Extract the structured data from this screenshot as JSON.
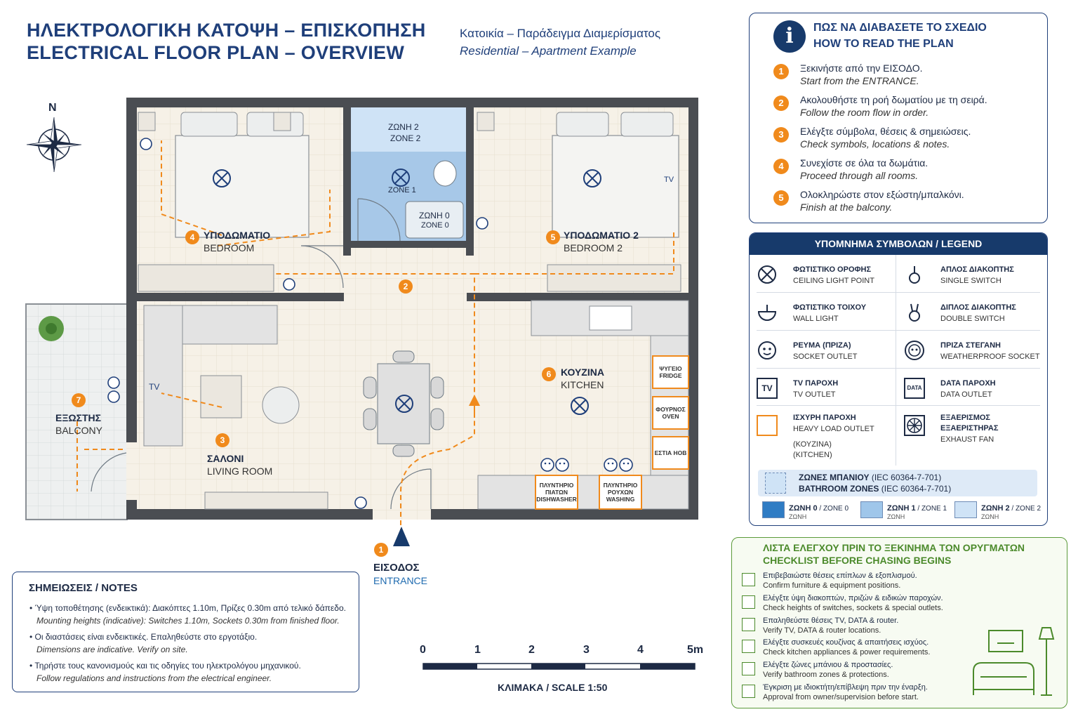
{
  "title": {
    "greek": "ΗΛΕΚΤΡΟΛΟΓΙΚΗ ΚΑΤΟΨΗ – ΕΠΙΣΚΟΠΗΣΗ",
    "english": "ELECTRICAL FLOOR PLAN – OVERVIEW"
  },
  "subtitle": {
    "greek": "Κατοικία – Παράδειγμα Διαμερίσματος",
    "english": "Residential – Apartment Example"
  },
  "compass": {
    "north": "N"
  },
  "howto": {
    "title_gr": "ΠΩΣ ΝΑ ΔΙΑΒΑΣΕΤΕ ΤΟ ΣΧΕΔΙΟ",
    "title_en": "HOW TO READ THE PLAN",
    "icon": "info-icon",
    "icon_glyph": "i",
    "steps": [
      {
        "num": "1",
        "gr": "Ξεκινήστε από την ΕΙΣΟΔΟ.",
        "en": "Start from the ENTRANCE."
      },
      {
        "num": "2",
        "gr": "Ακολουθήστε τη ροή δωματίου με τη σειρά.",
        "en": "Follow the room flow in order."
      },
      {
        "num": "3",
        "gr": "Ελέγξτε σύμβολα, θέσεις & σημειώσεις.",
        "en": "Check symbols, locations & notes."
      },
      {
        "num": "4",
        "gr": "Συνεχίστε σε όλα τα δωμάτια.",
        "en": "Proceed through all rooms."
      },
      {
        "num": "5",
        "gr": "Ολοκληρώστε στον εξώστη/μπαλκόνι.",
        "en": "Finish at the balcony."
      }
    ]
  },
  "legend": {
    "title": "ΥΠΟΜΝΗΜΑ ΣΥΜΒΟΛΩΝ / LEGEND",
    "items": [
      {
        "gr": "ΦΩΤΙΣΤΙΚΟ ΟΡΟΦΗΣ",
        "en": "CEILING LIGHT POINT",
        "icon": "ceiling-light-icon"
      },
      {
        "gr": "ΑΠΛΟΣ ΔΙΑΚΟΠΤΗΣ",
        "en": "SINGLE SWITCH",
        "icon": "single-switch-icon"
      },
      {
        "gr": "ΦΩΤΙΣΤΙΚΟ ΤΟΙΧΟΥ",
        "en": "WALL LIGHT",
        "icon": "wall-light-icon"
      },
      {
        "gr": "ΔΙΠΛΟΣ ΔΙΑΚΟΠΤΗΣ",
        "en": "DOUBLE SWITCH",
        "icon": "double-switch-icon"
      },
      {
        "gr": "ΡΕΥΜΑ (ΠΡΙΖΑ)",
        "en": "SOCKET OUTLET",
        "icon": "socket-outlet-icon"
      },
      {
        "gr": "ΠΡΙΖΑ ΣΤΕΓΑΝΗ",
        "en": "WEATHERPROOF SOCKET",
        "icon": "weatherproof-socket-icon"
      },
      {
        "gr": "TV ΠΑΡΟΧΗ",
        "en": "TV OUTLET",
        "icon": "tv-outlet-icon",
        "glyph": "TV"
      },
      {
        "gr": "DATA ΠΑΡΟΧΗ",
        "en": "DATA OUTLET",
        "icon": "data-outlet-icon",
        "glyph": "DATA"
      },
      {
        "gr": "ΙΣΧΥΡΗ ΠΑΡΟΧΗ",
        "en": "HEAVY LOAD OUTLET",
        "en2": "(ΚΟΥΖΙΝΑ)",
        "en3": "(KITCHEN)",
        "icon": "heavy-load-outlet-icon"
      },
      {
        "gr": "ΕΞΑΕΡΙΣΜΟΣ",
        "gr2": "ΕΞΑΕΡΙΣΤΗΡΑΣ",
        "en": "EXHAUST FAN",
        "icon": "exhaust-fan-icon"
      }
    ],
    "zones": {
      "title_gr": "ΖΩΝΕΣ ΜΠΑΝΙΟΥ",
      "title_gr_std": "(IEC 60364-7-701)",
      "title_en": "BATHROOM ZONES",
      "title_en_std": "(IEC 60364-7-701)",
      "items": [
        {
          "gr": "ΖΩΝΗ 0",
          "en": "/ ZONE 0",
          "small": "ΖΩΝΗ",
          "color": "#2f7cc4"
        },
        {
          "gr": "ΖΩΝΗ 1",
          "en": "/ ZONE 1",
          "small": "ΖΩΝΗ",
          "color": "#9fc6ea"
        },
        {
          "gr": "ΖΩΝΗ 2",
          "en": "/ ZONE 2",
          "small": "ΖΩΝΗ",
          "color": "#cfe3f6"
        }
      ]
    }
  },
  "rooms": [
    {
      "num": "4",
      "gr": "ΥΠΟΔΩΜΑΤΙΟ",
      "en": "BEDROOM"
    },
    {
      "num": "5",
      "gr": "ΥΠΟΔΩΜΑΤΙΟ 2",
      "en": "BEDROOM 2"
    },
    {
      "num": "2",
      "gr": "",
      "en": ""
    },
    {
      "num": "3",
      "gr": "ΣΑΛΟΝΙ",
      "en": "LIVING ROOM"
    },
    {
      "num": "6",
      "gr": "ΚΟΥΖΙΝΑ",
      "en": "KITCHEN"
    },
    {
      "num": "7",
      "gr": "ΕΞΩΣΤΗΣ",
      "en": "BALCONY"
    },
    {
      "num": "1",
      "gr": "ΕΙΣΟΔΟΣ",
      "en": "ENTRANCE"
    }
  ],
  "bathroom": {
    "zone2_gr": "ΖΩΝΗ 2",
    "zone2_en": "ZONE 2",
    "zone1": "ZONE 1",
    "zone0_gr": "ΖΩΝΗ 0",
    "zone0_en": "ZONE 0"
  },
  "appliances": {
    "fridge": "ΨΥΓΕΙΟ FRIDGE",
    "oven": "ΦΟΥΡΝΟΣ OVEN",
    "hob": "ΕΣΤΙΑ HOB",
    "dishwasher": "ΠΛΥΝΤΗΡΙΟ ΠΙΑΤΩΝ DISHWASHER",
    "washing": "ΠΛΥΝΤΗΡΙΟ ΡΟΥΧΩΝ WASHING"
  },
  "plan_labels": {
    "tv_living": "TV",
    "tv_bedroom2": "TV"
  },
  "notes": {
    "title": "ΣΗΜΕΙΩΣΕΙΣ / NOTES",
    "items": [
      {
        "gr": "• Ύψη τοποθέτησης (ενδεικτικά): Διακόπτες 1.10m, Πρίζες 0.30m από τελικό δάπεδο.",
        "en": "Mounting heights (indicative): Switches 1.10m, Sockets 0.30m from finished floor."
      },
      {
        "gr": "• Οι διαστάσεις είναι ενδεικτικές. Επαληθεύστε στο εργοτάξιο.",
        "en": "Dimensions are indicative. Verify on site."
      },
      {
        "gr": "• Τηρήστε τους κανονισμούς και τις οδηγίες του ηλεκτρολόγου μηχανικού.",
        "en": "Follow regulations and instructions from the electrical engineer."
      }
    ]
  },
  "scale": {
    "ticks": [
      "0",
      "1",
      "2",
      "3",
      "4",
      "5m"
    ],
    "title": "ΚΛΙΜΑΚΑ / SCALE 1:50"
  },
  "checklist": {
    "title_gr": "ΛΙΣΤΑ ΕΛΕΓΧΟΥ ΠΡΙΝ ΤΟ ΞΕΚΙΝΗΜΑ ΤΩΝ ΟΡΥΓΜΑΤΩΝ",
    "title_en": "CHECKLIST BEFORE CHASING BEGINS",
    "items": [
      {
        "gr": "Επιβεβαιώστε θέσεις επίπλων & εξοπλισμού.",
        "en": "Confirm furniture & equipment positions."
      },
      {
        "gr": "Ελέγξτε ύψη διακοπτών, πριζών & ειδικών παροχών.",
        "en": "Check heights of switches, sockets & special outlets."
      },
      {
        "gr": "Επαληθεύστε θέσεις TV, DATA & router.",
        "en": "Verify TV, DATA & router locations."
      },
      {
        "gr": "Ελέγξτε συσκευές κουζίνας & απαιτήσεις ισχύος.",
        "en": "Check kitchen appliances & power requirements."
      },
      {
        "gr": "Ελέγξτε ζώνες μπάνιου & προστασίες.",
        "en": "Verify bathroom zones & protections."
      },
      {
        "gr": "Έγκριση με ιδιοκτήτη/επίβλεψη πριν την έναρξη.",
        "en": "Approval from owner/supervision before start."
      }
    ]
  },
  "colors": {
    "navy": "#173a6b",
    "title_blue": "#1f3f7a",
    "orange": "#f08a1c",
    "green": "#4b8a2b",
    "wall": "#4a4d52",
    "floor": "#f6f1e7",
    "zone_blue": "#a9cbeb"
  }
}
